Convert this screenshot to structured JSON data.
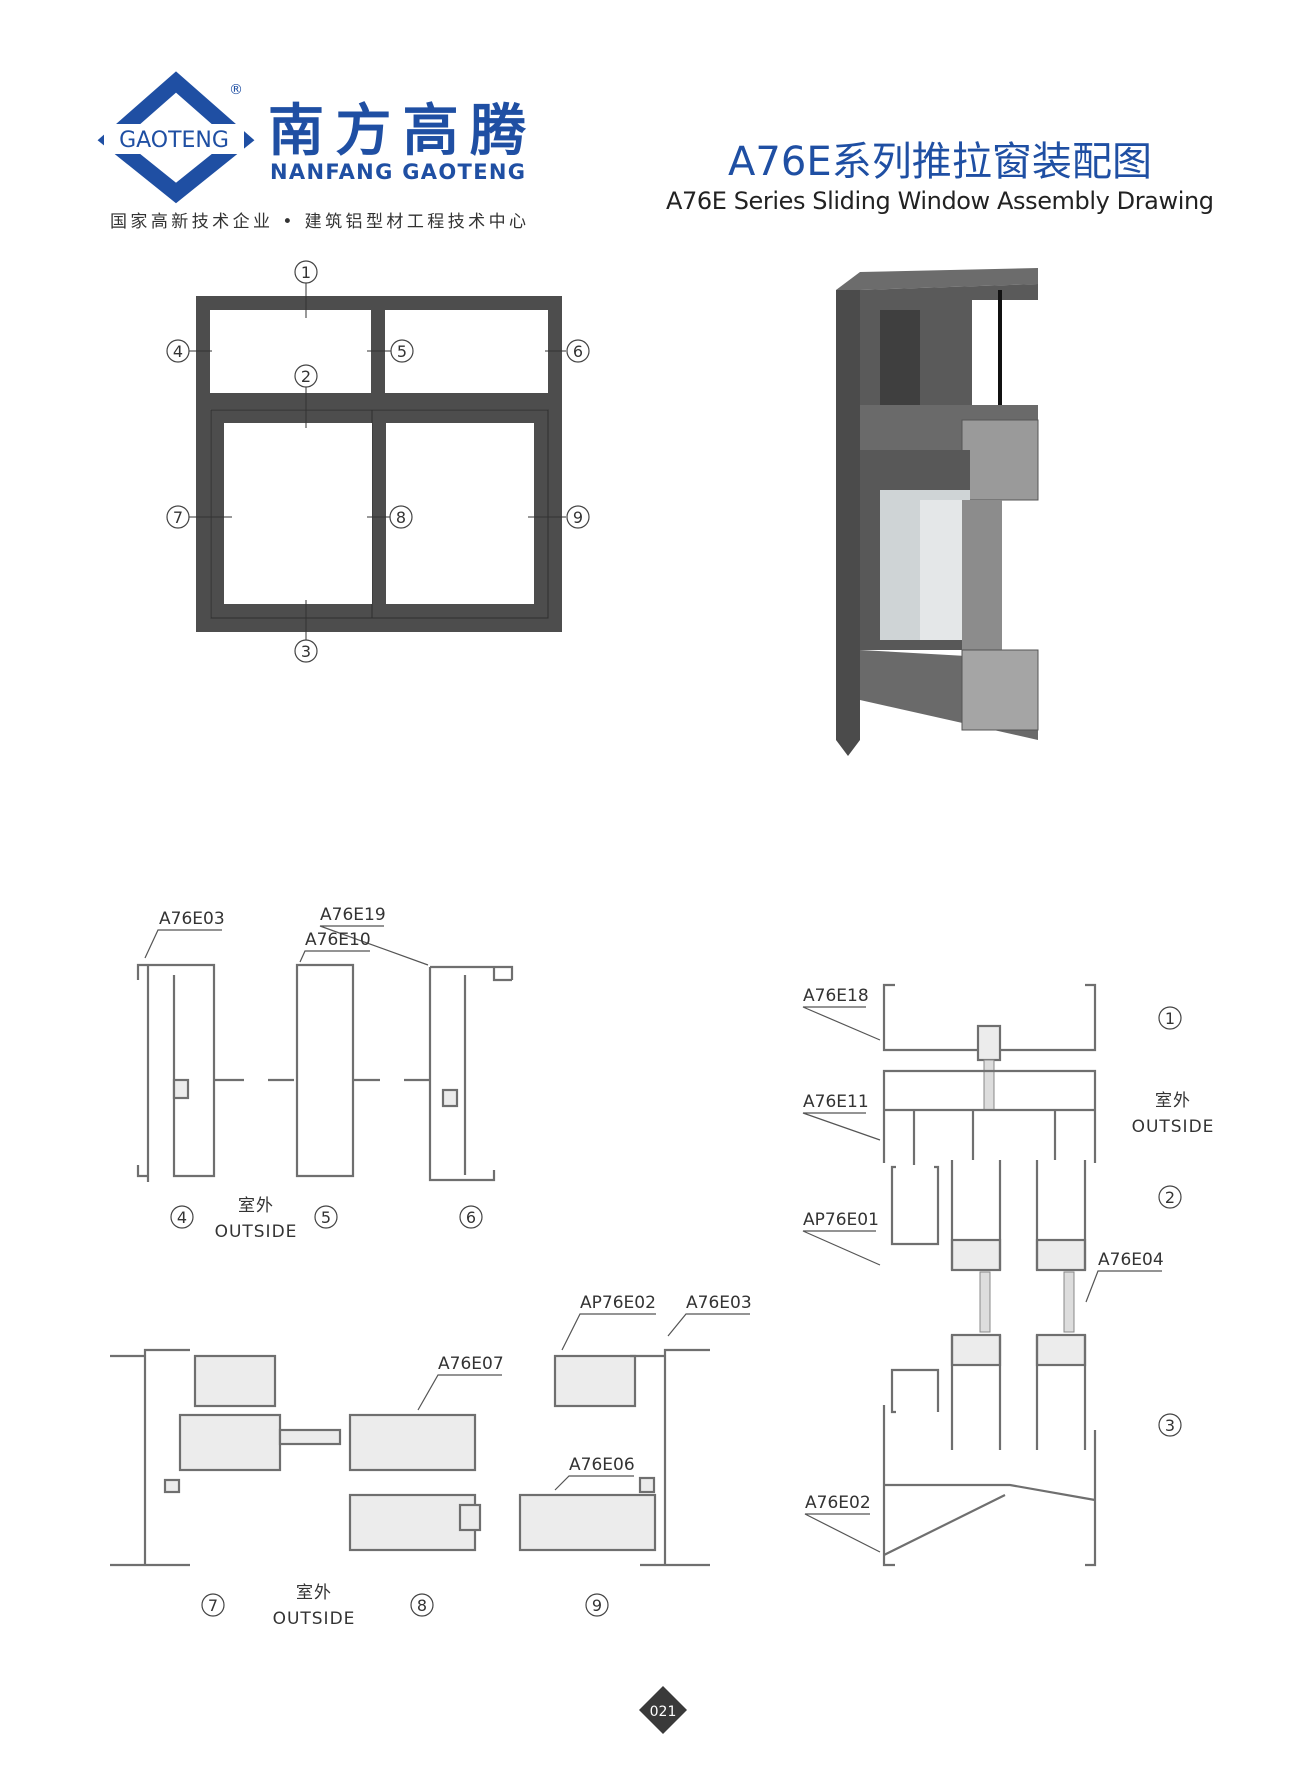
{
  "brand": {
    "logo_text": "GAOTENG",
    "registered_mark": "®",
    "name_cn": "南方高腾",
    "name_en": "NANFANG GAOTENG",
    "tagline": "国家高新技术企业 • 建筑铝型材工程技术中心",
    "color": "#1f4fa3"
  },
  "header": {
    "title_cn": "A76E系列推拉窗装配图",
    "title_en": "A76E Series Sliding Window Assembly Drawing"
  },
  "elevation": {
    "markers": [
      "1",
      "2",
      "3",
      "4",
      "5",
      "6",
      "7",
      "8",
      "9"
    ]
  },
  "section_vertical": {
    "labels": [
      "A76E03",
      "A76E19",
      "A76E10"
    ],
    "markers": [
      "4",
      "5",
      "6"
    ],
    "outside_cn": "室外",
    "outside_en": "OUTSIDE"
  },
  "section_horizontal": {
    "labels": [
      "AP76E02",
      "A76E03",
      "A76E07",
      "A76E06"
    ],
    "markers": [
      "7",
      "8",
      "9"
    ],
    "outside_cn": "室外",
    "outside_en": "OUTSIDE"
  },
  "section_right": {
    "labels": [
      "A76E18",
      "A76E11",
      "AP76E01",
      "A76E04",
      "A76E02"
    ],
    "markers": [
      "1",
      "2",
      "3"
    ],
    "outside_cn": "室外",
    "outside_en": "OUTSIDE"
  },
  "page_number": "021"
}
